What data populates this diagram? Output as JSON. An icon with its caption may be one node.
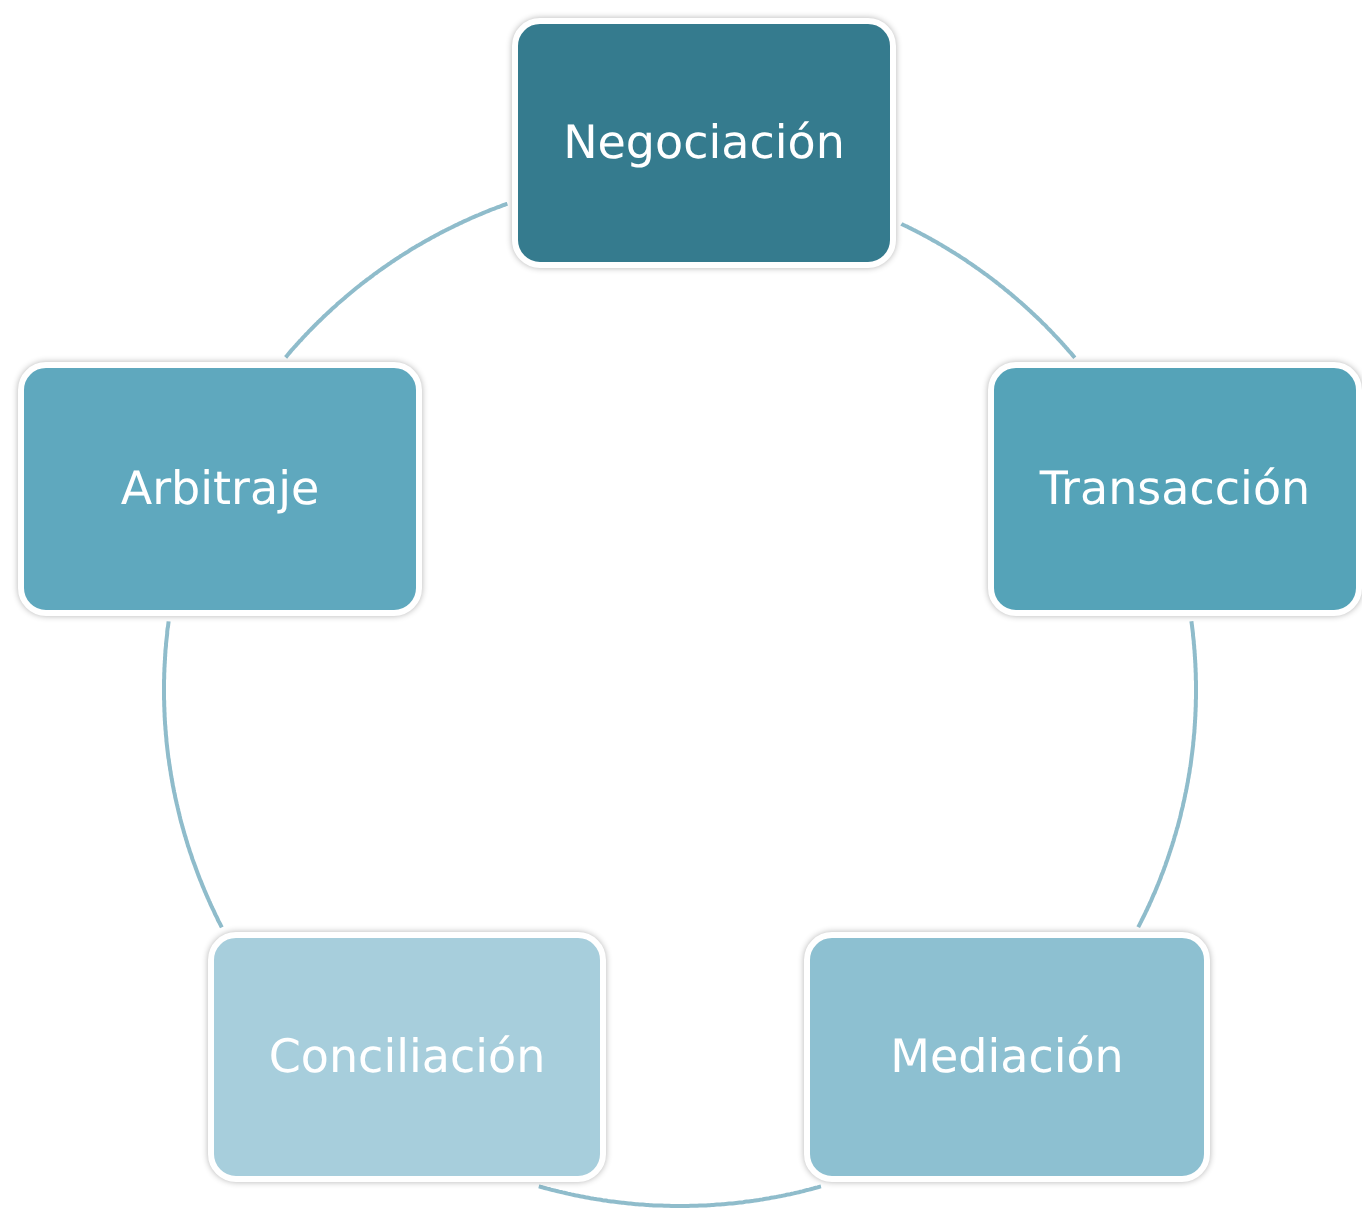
{
  "diagram": {
    "nodes": [
      {
        "text": [
          "Negociación"
        ]
      },
      {
        "text": [
          "Transacción"
        ]
      },
      {
        "text": [
          "Mediación"
        ]
      },
      {
        "text": [
          "Conciliación"
        ]
      },
      {
        "text": [
          "Arbitraje"
        ]
      }
    ],
    "edges": [
      {
        "from": 0,
        "to": 1,
        "arrow": "none"
      },
      {
        "from": 1,
        "to": 2,
        "arrow": "none"
      },
      {
        "from": 2,
        "to": 3,
        "arrow": "none"
      },
      {
        "from": 3,
        "to": 4,
        "arrow": "none"
      },
      {
        "from": 4,
        "to": 0,
        "arrow": "none"
      }
    ]
  }
}
